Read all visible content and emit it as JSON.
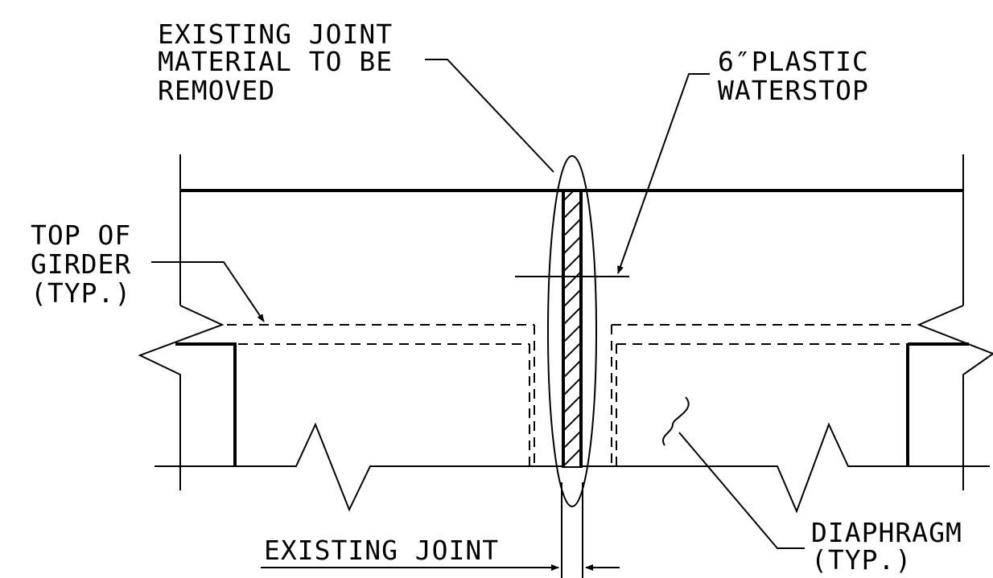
{
  "labels": {
    "joint_material": [
      "EXISTING JOINT",
      "MATERIAL TO BE",
      "REMOVED"
    ],
    "waterstop": [
      "6″PLASTIC",
      "WATERSTOP"
    ],
    "top_of_girder": [
      "TOP OF",
      "GIRDER",
      "(TYP.)"
    ],
    "diaphragm": [
      "DIAPHRAGM",
      "(TYP.)"
    ],
    "existing_joint": "EXISTING JOINT"
  }
}
